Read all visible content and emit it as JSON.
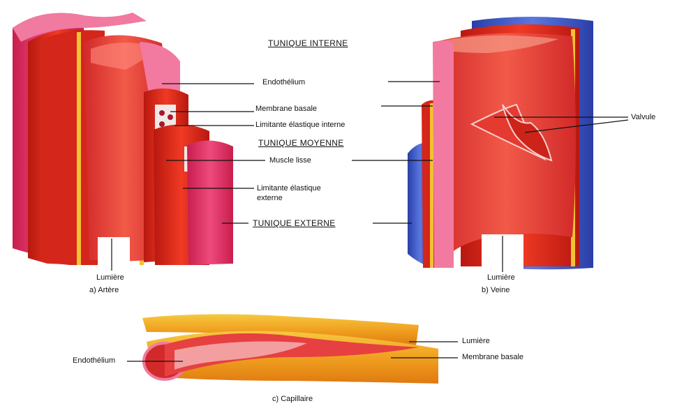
{
  "headers": {
    "tunique_interne": "TUNIQUE INTERNE",
    "tunique_moyenne": "TUNIQUE MOYENNE",
    "tunique_externe": "TUNIQUE EXTERNE"
  },
  "artery_labels": {
    "endothelium": "Endothélium",
    "membrane_basale": "Membrane basale",
    "limitante_interne": "Limitante élastique interne",
    "muscle_lisse": "Muscle lisse",
    "limitante_externe_1": "Limitante élastique",
    "limitante_externe_2": "externe",
    "lumiere": "Lumière",
    "caption": "a) Artère"
  },
  "vein_labels": {
    "valvule": "Valvule",
    "lumiere": "Lumière",
    "caption": "b) Veine"
  },
  "capillary_labels": {
    "endothelium": "Endothélium",
    "lumiere": "Lumière",
    "membrane_basale": "Membrane basale",
    "caption": "c) Capillaire"
  },
  "colors": {
    "pink_outer": "#e0306a",
    "red_muscle": "#d8281a",
    "red_inner": "#e8413a",
    "yellow_elastic": "#f2c230",
    "blue_vein": "#3a58c8",
    "orange_capillary": "#f0a020"
  }
}
